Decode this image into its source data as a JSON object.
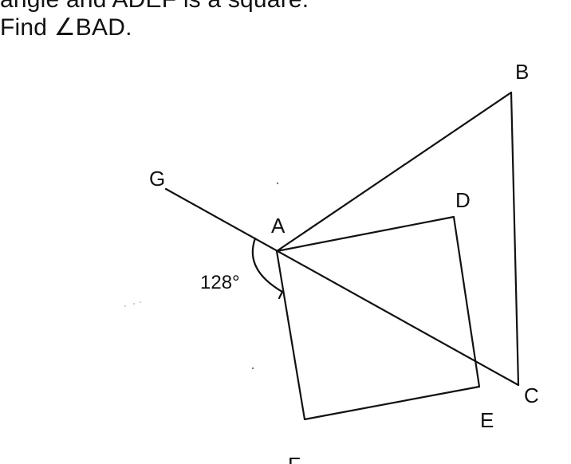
{
  "problem": {
    "line1": "angle and ADEF is a square.",
    "line2": "Find ∠BAD."
  },
  "diagram": {
    "points": {
      "A": "A",
      "B": "B",
      "C": "C",
      "D": "D",
      "E": "E",
      "F": "F",
      "G": "G"
    },
    "angle_label": "128°"
  }
}
